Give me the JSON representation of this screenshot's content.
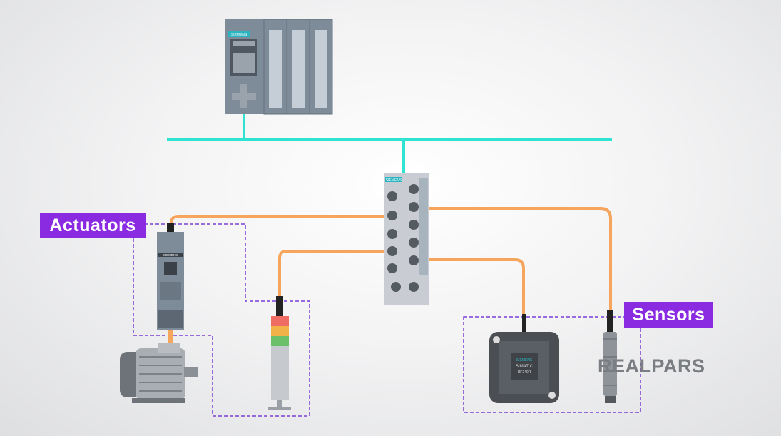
{
  "labels": {
    "actuators": "Actuators",
    "sensors": "Sensors"
  },
  "logo": "REALPARS",
  "devices": {
    "plc_brand": "SIEMENS",
    "io_brand": "SIEMENS",
    "starter_brand": "SIEMENS",
    "rfid_brand": "SIEMENS",
    "rfid_line1": "SIMATIC",
    "rfid_line2": "RF240R"
  },
  "colors": {
    "bus": "#2ee3d2",
    "cable": "#f5a55c",
    "label_bg": "#8a2be2",
    "dashed_border": "#7b3fd6",
    "device_gray": "#7e8b98"
  }
}
